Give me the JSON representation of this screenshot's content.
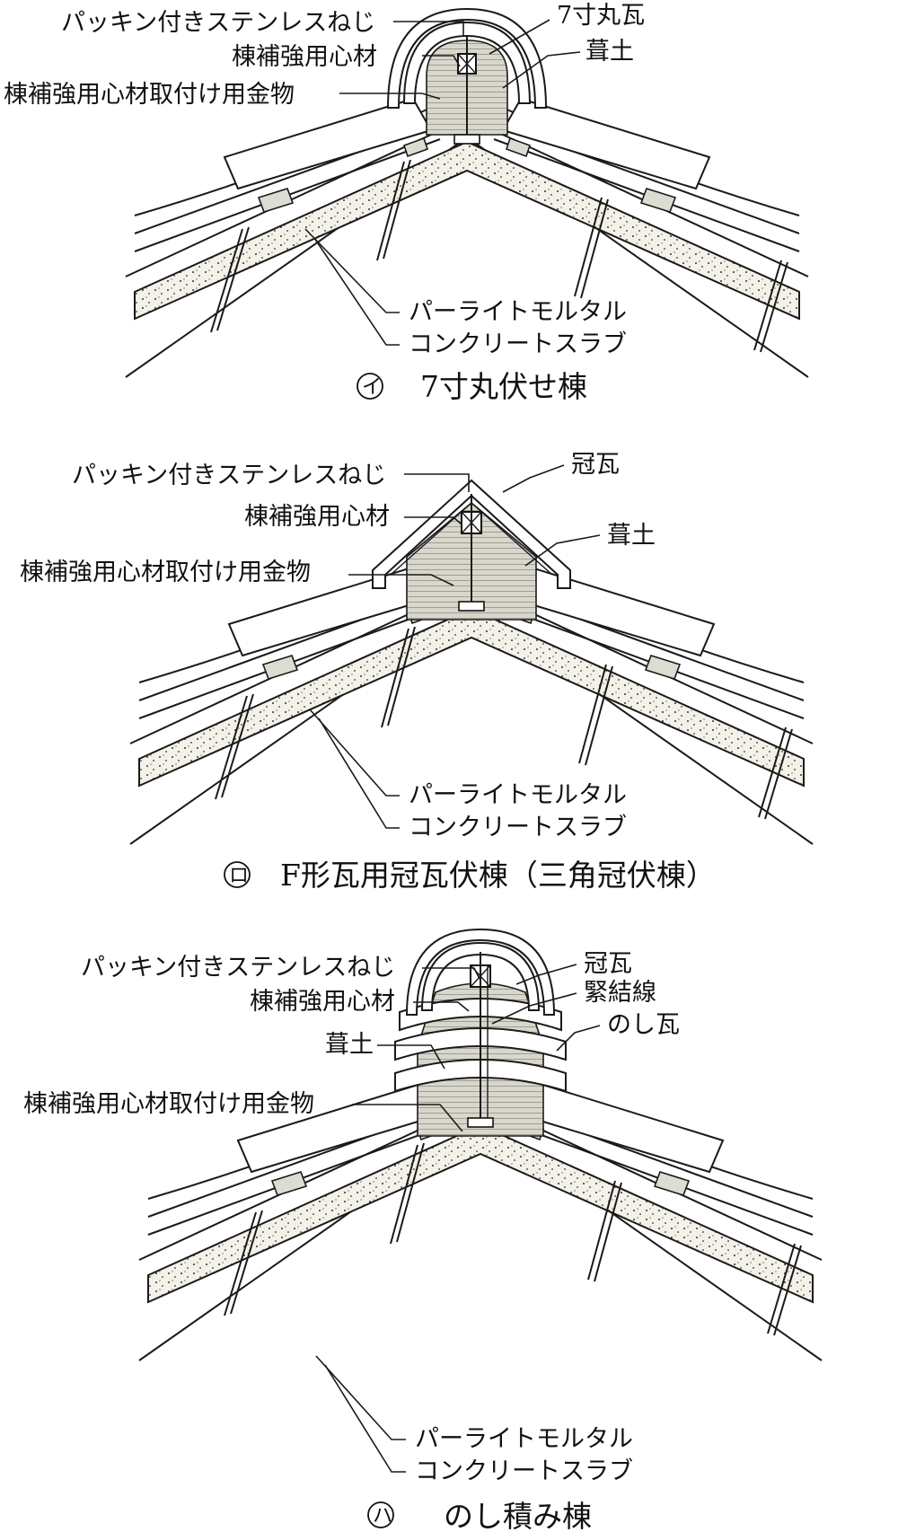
{
  "diagrams": [
    {
      "caption_marker": "イ",
      "caption": "7寸丸伏せ棟",
      "labels": {
        "screw": "パッキン付きステンレスねじ",
        "core": "棟補強用心材",
        "bracket": "棟補強用心材取付け用金物",
        "ridge_tile": "7寸丸瓦",
        "earth": "葺土",
        "mortar": "パーライトモルタル",
        "slab": "コンクリートスラブ"
      }
    },
    {
      "caption_marker": "ロ",
      "caption": "F形瓦用冠瓦伏棟（三角冠伏棟）",
      "labels": {
        "screw": "パッキン付きステンレスねじ",
        "core": "棟補強用心材",
        "bracket": "棟補強用心材取付け用金物",
        "ridge_tile": "冠瓦",
        "earth": "葺土",
        "mortar": "パーライトモルタル",
        "slab": "コンクリートスラブ"
      }
    },
    {
      "caption_marker": "ハ",
      "caption": "のし積み棟",
      "labels": {
        "screw": "パッキン付きステンレスねじ",
        "core": "棟補強用心材",
        "earth": "葺土",
        "bracket": "棟補強用心材取付け用金物",
        "ridge_tile": "冠瓦",
        "wire": "緊結線",
        "noshi": "のし瓦",
        "mortar": "パーライトモルタル",
        "slab": "コンクリートスラブ"
      }
    }
  ]
}
